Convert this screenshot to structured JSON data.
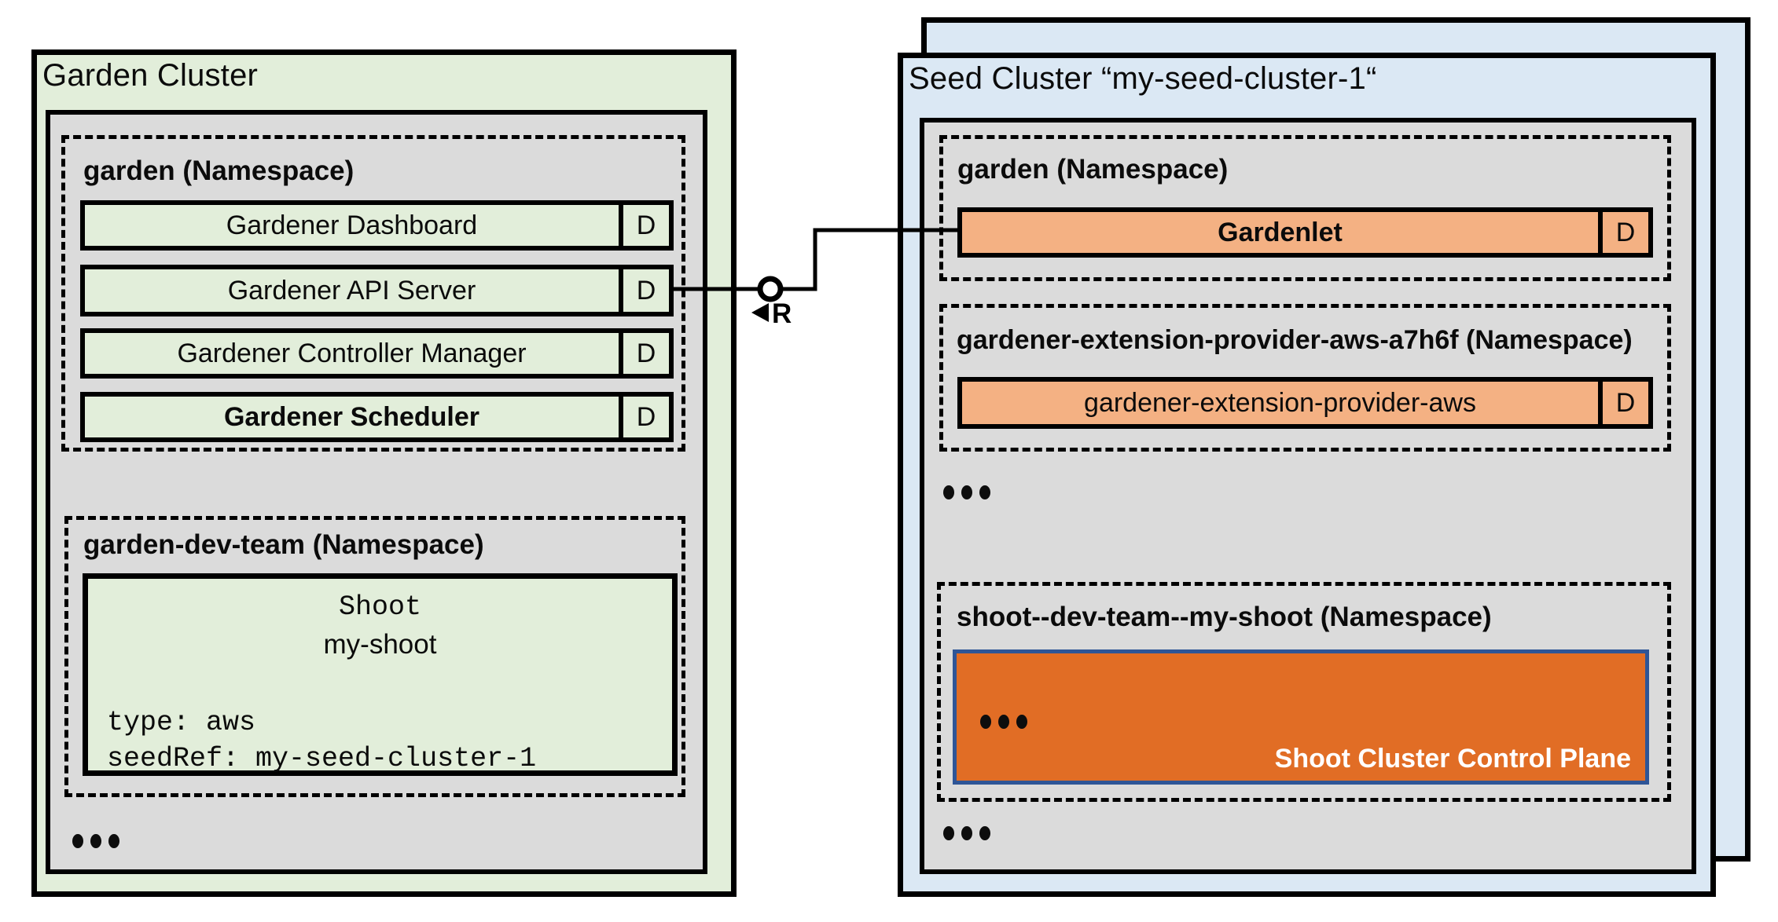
{
  "garden_cluster": {
    "title": "Garden Cluster",
    "namespace_garden": {
      "title": "garden (Namespace)",
      "rows": [
        {
          "label": "Gardener Dashboard",
          "badge": "D"
        },
        {
          "label": "Gardener API Server",
          "badge": "D"
        },
        {
          "label": "Gardener Controller Manager",
          "badge": "D"
        },
        {
          "label": "Gardener Scheduler",
          "badge": "D"
        }
      ]
    },
    "namespace_dev_team": {
      "title": "garden-dev-team (Namespace)",
      "shoot_card": {
        "kind": "Shoot",
        "name": "my-shoot",
        "spec_line_1": "type: aws",
        "spec_line_2": "seedRef: my-seed-cluster-1"
      }
    }
  },
  "seed_cluster": {
    "title": "Seed Cluster “my-seed-cluster-1“",
    "namespace_garden": {
      "title": "garden (Namespace)",
      "row": {
        "label": "Gardenlet",
        "badge": "D"
      }
    },
    "namespace_extension": {
      "title": "gardener-extension-provider-aws-a7h6f (Namespace)",
      "row": {
        "label": "gardener-extension-provider-aws",
        "badge": "D"
      }
    },
    "namespace_shoot": {
      "title": "shoot--dev-team--my-shoot (Namespace)",
      "control_plane_label": "Shoot Cluster Control Plane"
    }
  },
  "connector": {
    "label": "R"
  },
  "colors": {
    "cluster_green": "#e2eeda",
    "panel_gray": "#dbdbdb",
    "cluster_blue": "#dbe8f4",
    "component_orange": "#f4b183",
    "control_plane_orange": "#e16d25",
    "control_plane_border_blue": "#2e5597"
  }
}
